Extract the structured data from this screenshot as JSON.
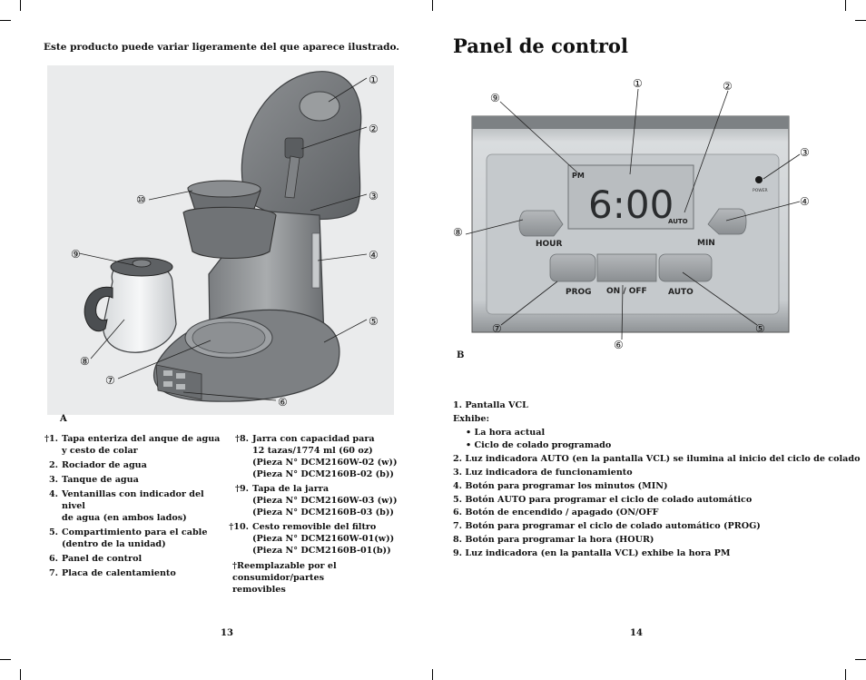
{
  "left_page": {
    "note": "Este producto puede variar ligeramente del que aparece ilustrado.",
    "figure_label": "A",
    "callouts": [
      "①",
      "②",
      "③",
      "④",
      "⑤",
      "⑥",
      "⑦",
      "⑧",
      "⑨",
      "⑩"
    ],
    "parts_col1": [
      {
        "num": "†1.",
        "lines": [
          "Tapa enteriza del anque de agua",
          "y cesto de colar"
        ]
      },
      {
        "num": "2.",
        "lines": [
          "Rociador de agua"
        ]
      },
      {
        "num": "3.",
        "lines": [
          "Tanque de agua"
        ]
      },
      {
        "num": "4.",
        "lines": [
          "Ventanillas con indicador del nivel",
          "de agua (en ambos lados)"
        ]
      },
      {
        "num": "5.",
        "lines": [
          "Compartimiento para el cable",
          "(dentro de la unidad)"
        ]
      },
      {
        "num": "6.",
        "lines": [
          "Panel de control"
        ]
      },
      {
        "num": "7.",
        "lines": [
          "Placa de calentamiento"
        ]
      }
    ],
    "parts_col2": [
      {
        "num": "†8.",
        "lines": [
          "Jarra con capacidad para",
          "12 tazas/1774 ml (60 oz)",
          "(Pieza N° DCM2160W-02 (w))",
          "(Pieza N° DCM2160B-02 (b))"
        ]
      },
      {
        "num": "†9.",
        "lines": [
          "Tapa de la jarra",
          "(Pieza N° DCM2160W-03 (w))",
          "(Pieza N° DCM2160B-03 (b))"
        ]
      },
      {
        "num": "†10.",
        "lines": [
          "Cesto removible del filtro",
          "(Pieza N° DCM2160W-01(w))",
          "(Pieza N° DCM2160B-01(b))"
        ]
      }
    ],
    "replaceable_note": [
      "†Reemplazable por el consumidor/partes",
      "removibles"
    ],
    "page_number": "13"
  },
  "right_page": {
    "title": "Panel de control",
    "figure_label": "B",
    "callouts": [
      "①",
      "②",
      "③",
      "④",
      "⑤",
      "⑥",
      "⑦",
      "⑧",
      "⑨"
    ],
    "panel": {
      "pm": "PM",
      "display_time": "6:00",
      "auto_indicator": "AUTO",
      "power_label": "POWER",
      "btn_hour": "HOUR",
      "btn_min": "MIN",
      "btn_prog": "PROG",
      "btn_onoff": "ON  /  OFF",
      "btn_auto": "AUTO",
      "power_color": "#1a1a1a",
      "panel_color": "#cfd3d6"
    },
    "desc": {
      "item1": "1.  Pantalla VCL",
      "shows": "Exhibe:",
      "bullets": [
        "•  La hora actual",
        "•  Ciclo de colado programado"
      ],
      "items": [
        "2.  Luz indicadora AUTO (en la pantalla VCL) se ilumina al inicio del ciclo de colado",
        "3.  Luz indicadora de funcionamiento",
        "4.  Botón para programar los minutos (MIN)",
        "5.  Botón AUTO para programar el ciclo de colado automático",
        "6.  Botón de encendido / apagado (ON/OFF",
        "7.  Botón para programar el ciclo de colado automático (PROG)",
        "8.  Botón para programar la hora (HOUR)",
        "9.  Luz indicadora (en la pantalla VCL) exhibe la hora PM"
      ]
    },
    "page_number": "14"
  }
}
